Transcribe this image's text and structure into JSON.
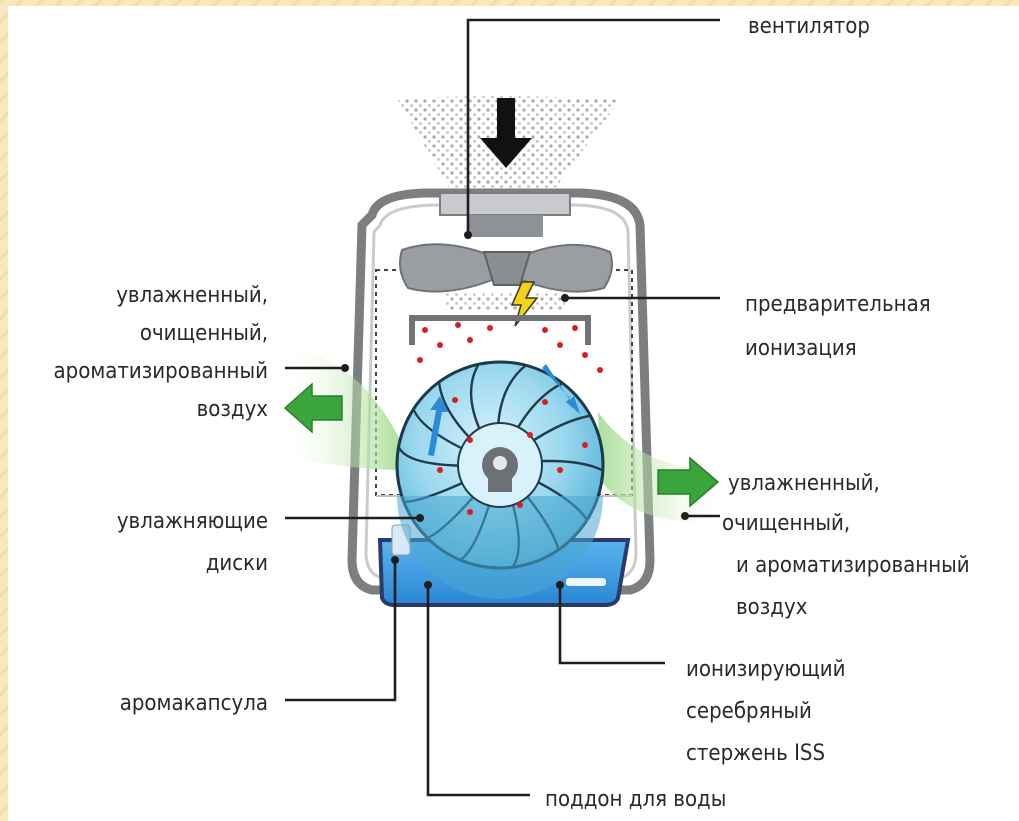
{
  "labels": {
    "fan": "вентилятор",
    "preionization": [
      "предварительная",
      "ионизация"
    ],
    "out_left": [
      "увлажненный,",
      "очищенный,",
      "ароматизированный",
      "воздух"
    ],
    "discs": [
      "увлажняющие",
      "диски"
    ],
    "out_right": [
      "увлажненный,",
      "очищенный,",
      "и ароматизированный",
      "воздух"
    ],
    "aromacapsule": "аромакапсула",
    "silver_rod": [
      "ионизирующий",
      "серебряный",
      "стержень ISS"
    ],
    "tray": "поддон для воды"
  },
  "colors": {
    "background": "#f7e9bd",
    "housing": "#7c7f82",
    "water": "#3d9be0",
    "drum": "#8fd3ee",
    "arrows": "#3aa53a",
    "airflow": "#bfe6a6",
    "ions": "#d62020",
    "spark": "#f2d31b"
  },
  "icons": [
    "intake-arrow-icon",
    "fan-icon",
    "lightning-icon",
    "green-arrow-icon"
  ]
}
